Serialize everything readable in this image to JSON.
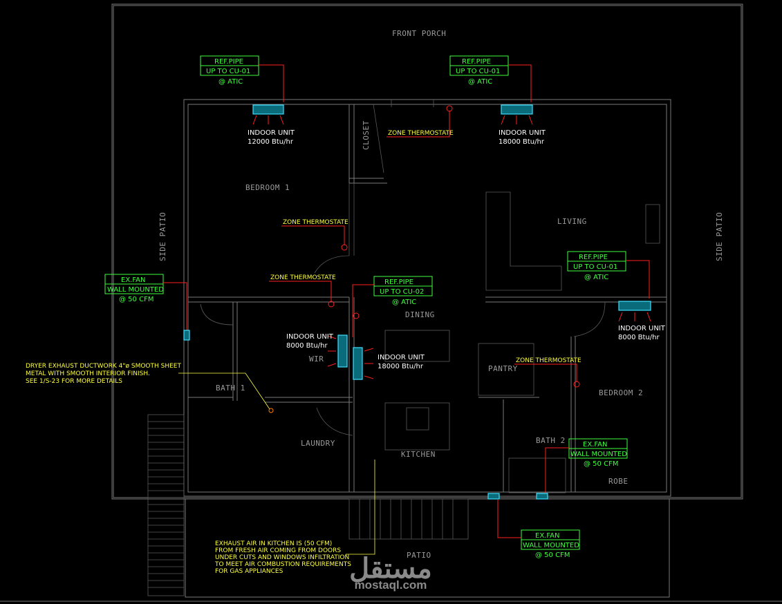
{
  "rooms": {
    "front_porch": "FRONT PORCH",
    "bedroom1": "BEDROOM 1",
    "closet": "CLOSET",
    "living": "LIVING",
    "side_patio_left": "SIDE PATIO",
    "side_patio_right": "SIDE PATIO",
    "dining": "DINING",
    "wir": "WIR",
    "pantry": "PANTRY",
    "bedroom2": "BEDROOM 2",
    "bath1": "BATH 1",
    "laundry": "LAUNDRY",
    "kitchen": "KITCHEN",
    "bath2": "BATH 2",
    "robe": "ROBE",
    "patio": "PATIO"
  },
  "ref_pipes": [
    {
      "title": "REF.PIPE",
      "line": "UP TO CU-01",
      "note": "@ ATIC"
    },
    {
      "title": "REF.PIPE",
      "line": "UP TO CU-01",
      "note": "@ ATIC"
    },
    {
      "title": "REF.PIPE",
      "line": "UP TO CU-02",
      "note": "@ ATIC"
    },
    {
      "title": "REF.PIPE",
      "line": "UP TO CU-01",
      "note": "@ ATIC"
    }
  ],
  "indoor_units": [
    {
      "label": "INDOOR UNIT",
      "capacity": "12000 Btu/hr"
    },
    {
      "label": "INDOOR UNIT",
      "capacity": "18000 Btu/hr"
    },
    {
      "label": "INDOOR UNIT",
      "capacity": "8000 Btu/hr"
    },
    {
      "label": "INDOOR UNIT",
      "capacity": "18000 Btu/hr"
    },
    {
      "label": "INDOOR UNIT",
      "capacity": "8000 Btu/hr"
    }
  ],
  "thermostats": [
    "ZONE THERMOSTATE",
    "ZONE THERMOSTATE",
    "ZONE THERMOSTATE",
    "ZONE THERMOSTATE"
  ],
  "ex_fans": [
    {
      "title": "EX.FAN",
      "line": "WALL MOUNTED",
      "note": "@ 50 CFM"
    },
    {
      "title": "EX.FAN",
      "line": "WALL MOUNTED",
      "note": "@ 50 CFM"
    },
    {
      "title": "EX.FAN",
      "line": "WALL MOUNTED",
      "note": "@ 50 CFM"
    }
  ],
  "notes": {
    "dryer": [
      "DRYER EXHAUST DUCTWORK 4\"ø SMOOTH SHEET",
      "METAL WITH SMOOTH INTERIOR FINISH.",
      "SEE 1/S-23 FOR MORE DETAILS"
    ],
    "kitchen": [
      "EXHAUST AIR IN KITCHEN IS (50 CFM)",
      "FROM FRESH AIR COMING FROM DOORS",
      "UNDER CUTS AND WINDOWS INFILTRATION",
      "TO MEET AIR COMBUSTION REQUIREMENTS",
      "FOR GAS APPLIANCES"
    ]
  },
  "watermark": {
    "arabic": "مستقل",
    "latin": "mostaql.com"
  },
  "colors": {
    "wall": "#7a7a7a",
    "label": "#9a9a9a",
    "callout": "#40ff40",
    "pipe": "#ff2020",
    "unit": "#40e0ff",
    "note": "#ffff40"
  }
}
